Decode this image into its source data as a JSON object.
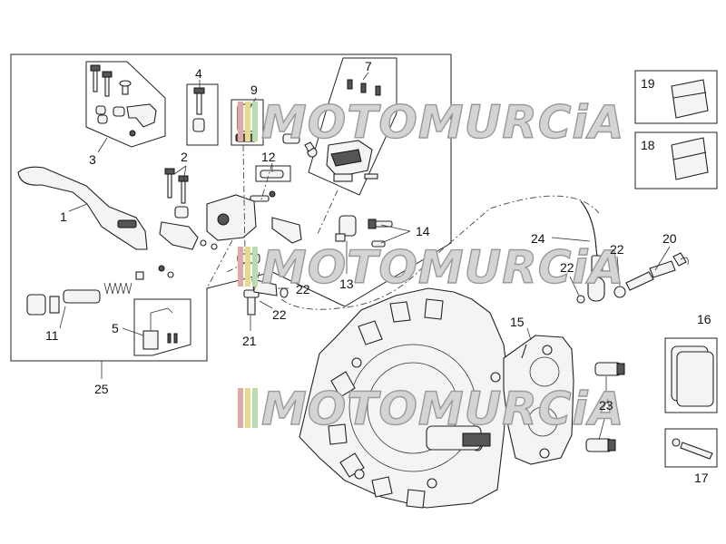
{
  "watermark": {
    "text": "MOTOMURCiA",
    "stripe_colors": [
      "#e0a8a8",
      "#e8d890",
      "#b8dcb0"
    ]
  },
  "labels": {
    "p1": "1",
    "p2": "2",
    "p3": "3",
    "p4": "4",
    "p5": "5",
    "p7": "7",
    "p9": "9",
    "p11": "11",
    "p12": "12",
    "p13": "13",
    "p14": "14",
    "p15": "15",
    "p16": "16",
    "p17": "17",
    "p18": "18",
    "p19": "19",
    "p20": "20",
    "p21": "21",
    "p22a": "22",
    "p22b": "22",
    "p22c": "22",
    "p22d": "22",
    "p23": "23",
    "p24": "24",
    "p25": "25"
  }
}
